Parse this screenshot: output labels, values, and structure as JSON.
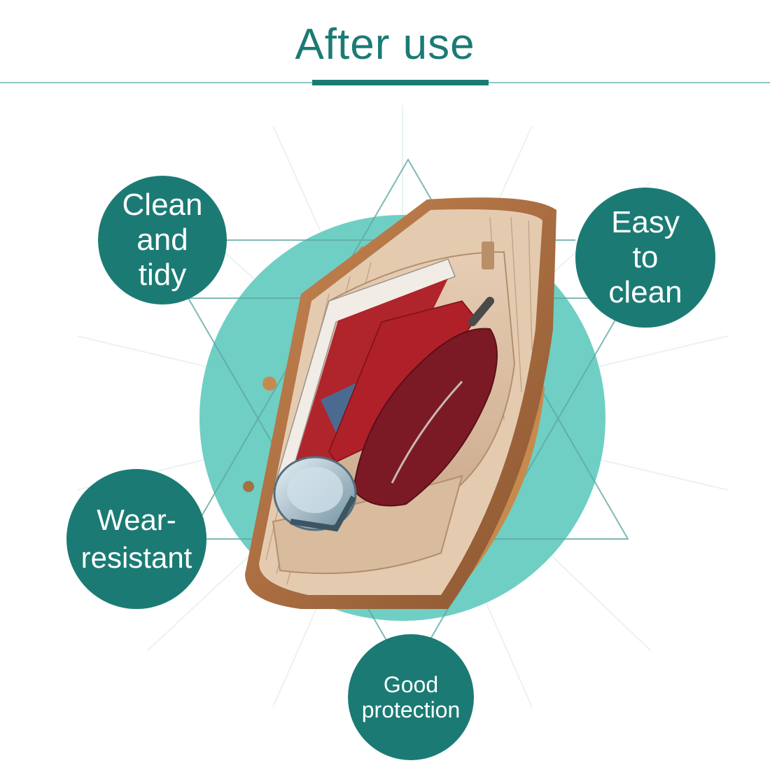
{
  "header": {
    "title": "After use"
  },
  "features": [
    {
      "label": "Clean\nand\ntidy"
    },
    {
      "label": "Easy\nto\nclean"
    },
    {
      "label": "Wear-\nresistant"
    },
    {
      "label": "Good\nprotection"
    }
  ],
  "colors": {
    "accent": "#1b7b74",
    "circle_fill": "#6fcfc4",
    "rule": "#8fc6c2",
    "background": "#ffffff"
  },
  "illustration": {
    "subject": "bag-organizer-illustration"
  }
}
